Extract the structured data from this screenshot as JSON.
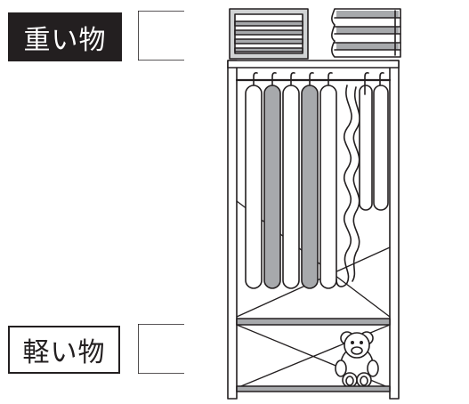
{
  "labels": {
    "heavy": "重い物",
    "light": "軽い物"
  },
  "illustration": {
    "figure": "wardrobe-rack",
    "line_color": "#231f20",
    "shade_color": "#a7a9ac",
    "box_shade": "#d1d3d4"
  }
}
